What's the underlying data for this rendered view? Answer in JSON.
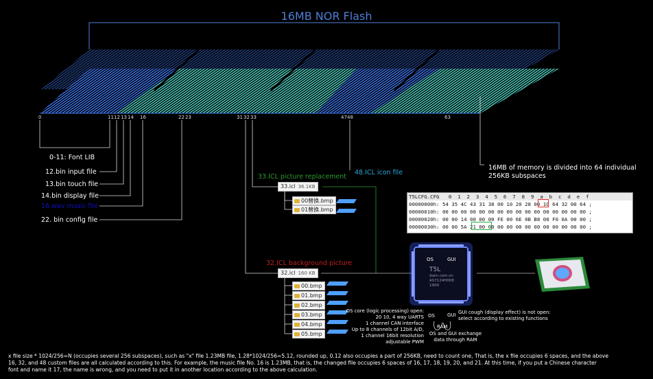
{
  "title": "16MB NOR Flash",
  "address_ticks": [
    "0",
    "11",
    "12",
    "13",
    "14",
    "16",
    "22",
    "23",
    "31",
    "32",
    "33",
    "47",
    "48",
    "63"
  ],
  "file_labels": {
    "font": "0-11: Font LIB",
    "input": "12.bin input file",
    "touch": "13.bin touch file",
    "display": "14.bin display file",
    "music": "16.wav music file",
    "config": "22. bin config file"
  },
  "memory_note": "16MB of memory is divided into 64 individual 256KB subspaces",
  "icon_label": "48.ICL icon file",
  "picture_replacement": {
    "label": "33.ICL picture replacement",
    "file": "33.icl",
    "size": "36.1KB",
    "items": [
      "00替换.bmp",
      "01替换.bmp"
    ]
  },
  "background": {
    "label": "32.ICL background picture",
    "file": "32.icl",
    "size": "160 KB",
    "items": [
      "00.bmp",
      "01.bmp",
      "02.bmp",
      "03.bmp",
      "04.bmp",
      "05.bmp"
    ]
  },
  "hex": {
    "header": "T5LCFG.CFG   0  1  2  3  4  5  6  7  8  9  a  b  c  d  e  f",
    "rows": [
      "00000000h: 54 35 4C 43 31 38 00 10 20 28 00 1C 64 32 00 64 ;",
      "00000010h: 00 00 00 00 00 00 00 00 00 00 00 00 00 00 00 00 ;",
      "00000020h: 00 00 14 00 00 00 FE 00 6E 0B B8 00 F0 0A 00 00 ;",
      "00000030h: 00 00 5A 21 00 00 00 00 00 00 00 00 00 00 00 00 ;"
    ]
  },
  "chip": {
    "os": "OS",
    "gui": "GUI",
    "name": "T5L",
    "line1": "dwin.com.cn",
    "line2": "AS7124H008",
    "line3": "1909"
  },
  "notes": {
    "os_core": [
      "OS core (logic processing) open:",
      "20 10, 4 way UARTS",
      "1 channel CAN interface",
      "Up to 8 channels of 12bit A/D,",
      "1 channel 16bit resolution",
      "adjustable PWM"
    ],
    "gui_note": [
      "GUI cough (display effect) is not open:",
      "select according to existing functions"
    ],
    "os_label": "OS",
    "gui_label": "GUI",
    "ram_label": "RAM",
    "exchange": [
      "OS and GUI exchange",
      "data through RAM"
    ]
  },
  "bottom_text": [
    "x file size * 1024/256=N (occupies several 256 subspaces), such as \"x\" file 1.23MB file, 1.28*1024/256=5.12, rounded up, 0.12 also occupies a part of 256KB, need to count one, That is, the x file occupies 6 spaces, and the above",
    "16, 32, and 48 custom files are all calculated according to this. For example, the music file No. 16 is 1.23MB, that is, the changed file occupies 6 spaces of 16, 17, 18, 19, 20, and 21. At this time, if you put a Chinese character",
    "font and name it 17, the name is wrong, and you need to put it in another location according to the above calculation."
  ],
  "colors": {
    "flash_title": "#4f7fd6",
    "stripes_blue": "#3b6fe0",
    "stripes_teal": "#4cc9b0",
    "icon_label": "#2aa8d8",
    "pic_replace": "#2e9a2e",
    "background_label": "#c02020",
    "music": "#1010c0"
  }
}
